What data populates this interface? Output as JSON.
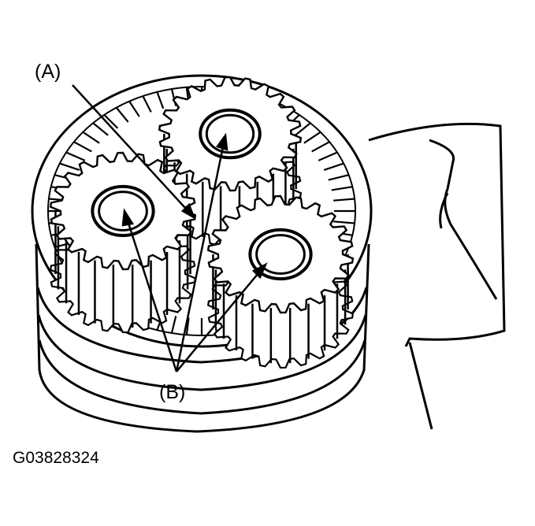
{
  "labels": {
    "a": "(A)",
    "b": "(B)"
  },
  "figure_code": "G03828324",
  "colors": {
    "ink": "#000000",
    "paper": "#ffffff"
  }
}
